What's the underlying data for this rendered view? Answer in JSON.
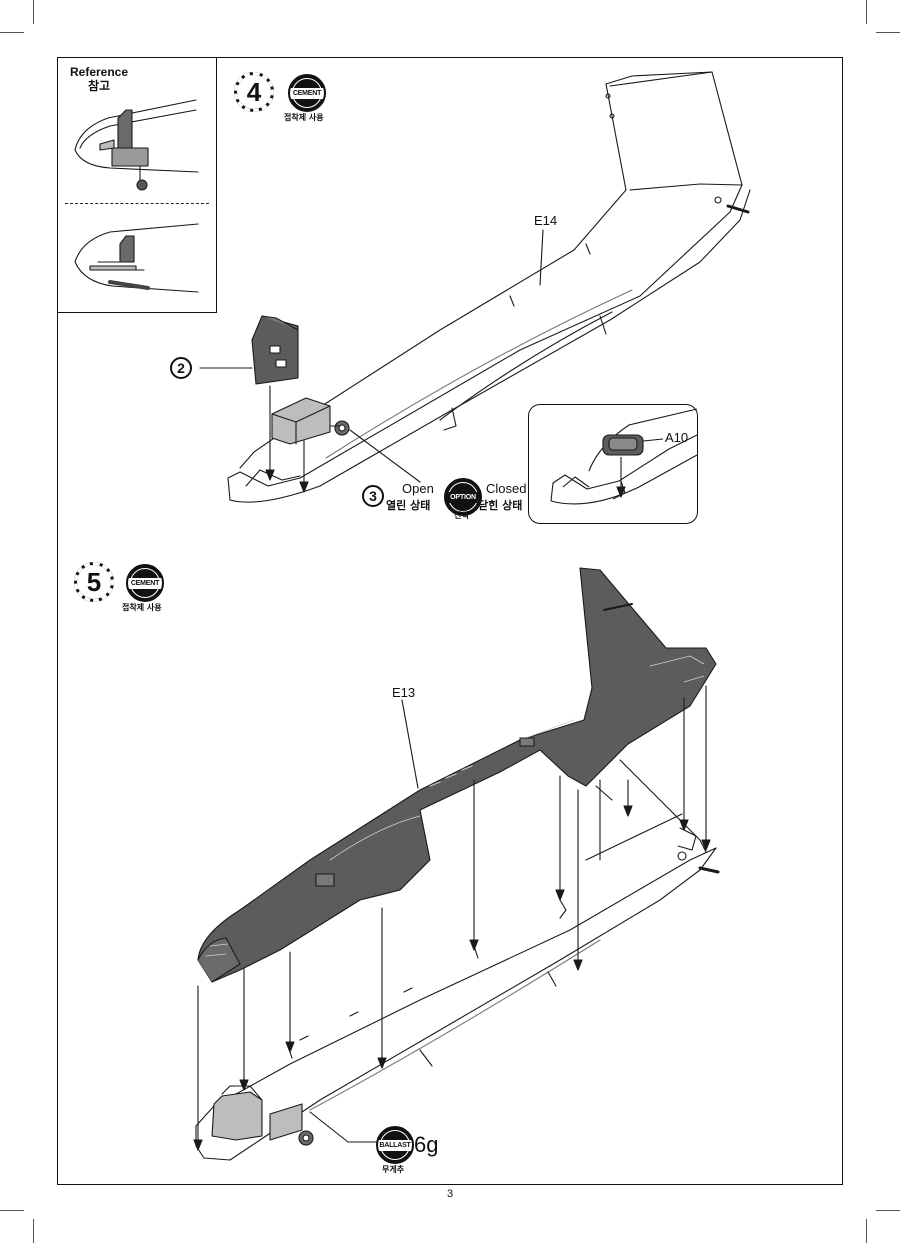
{
  "reference": {
    "title_en": "Reference",
    "title_ko": "참고"
  },
  "step4": {
    "number": "4",
    "cement_badge": "CEMENT",
    "cement_caption": "접착제 사용",
    "subassembly_ref": "2",
    "part_fuselage": "E14",
    "option_sub_step": "3",
    "open_en": "Open",
    "open_ko": "열린 상태",
    "option_badge": "OPTION",
    "option_caption": "선택",
    "closed_en": "Closed",
    "closed_ko": "닫힌 상태",
    "inset_part": "A10"
  },
  "step5": {
    "number": "5",
    "cement_badge": "CEMENT",
    "cement_caption": "접착제 사용",
    "part_fuselage": "E13",
    "ballast_badge": "BALLAST",
    "ballast_caption": "무게추",
    "ballast_weight": "6g"
  },
  "page_number": "3",
  "colors": {
    "part_gray": "#5c5c5c",
    "light_gray": "#b9b9b9",
    "line": "#1a1a1a"
  }
}
